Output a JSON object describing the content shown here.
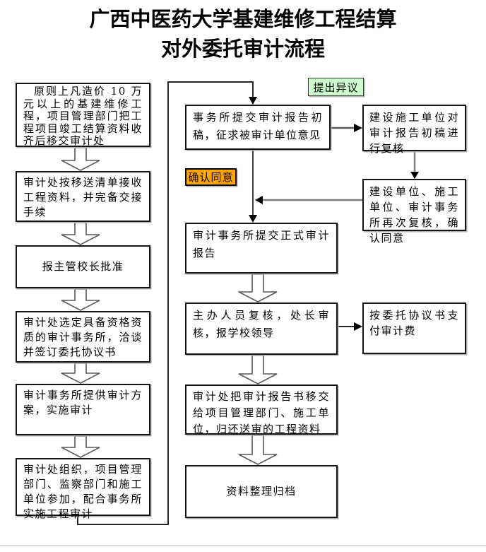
{
  "title": {
    "line1": "广西中医药大学基建维修工程结算",
    "line2": "对外委托审计流程"
  },
  "diagram": {
    "left_column": [
      {
        "text": "原则上凡造价 10 万元以上的基建维修工程，项目管理部门把工程项目竣工结算资料收齐后移交审计处"
      },
      {
        "text": "审计处按移送清单接收工程资料，并完备交接手续"
      },
      {
        "text": "报主管校长批准"
      },
      {
        "text": "审计处选定具备资格资质的审计事务所，洽谈并签订委托协议书"
      },
      {
        "text": "审计事务所提供审计方案，实施审计"
      },
      {
        "text": "审计处组织，项目管理部门、监察部门和施工单位参加，配合事务所实施工程审计"
      }
    ],
    "middle_column": [
      {
        "text": "事务所提交审计报告初稿，征求被审计单位意见"
      },
      {
        "text": "审计事务所提交正式审计报告"
      },
      {
        "text": "主办人员复核，处长审核，报学校领导"
      },
      {
        "text": "审计处把审计报告书移交给项目管理部门、施工单位，归还送审的工程资料"
      },
      {
        "text": "资料整理归档"
      }
    ],
    "right_column": [
      {
        "text": "建设施工单位对审计报告初稿进行复核"
      },
      {
        "text": "建设单位、施工单位、审计事务所再次复核，确认同意"
      },
      {
        "text": "按委托协议书支付审计费"
      }
    ],
    "labels": {
      "objection": "提出异议",
      "agree": "确认同意"
    },
    "colors": {
      "objection_badge_bg": "#ccffcc",
      "agree_badge_bg": "#ffa500",
      "box_border": "#141414",
      "connector_gray": "#7f7f7f",
      "connector_dark": "#262626",
      "bottom_rule": "#d9d9d9"
    }
  }
}
